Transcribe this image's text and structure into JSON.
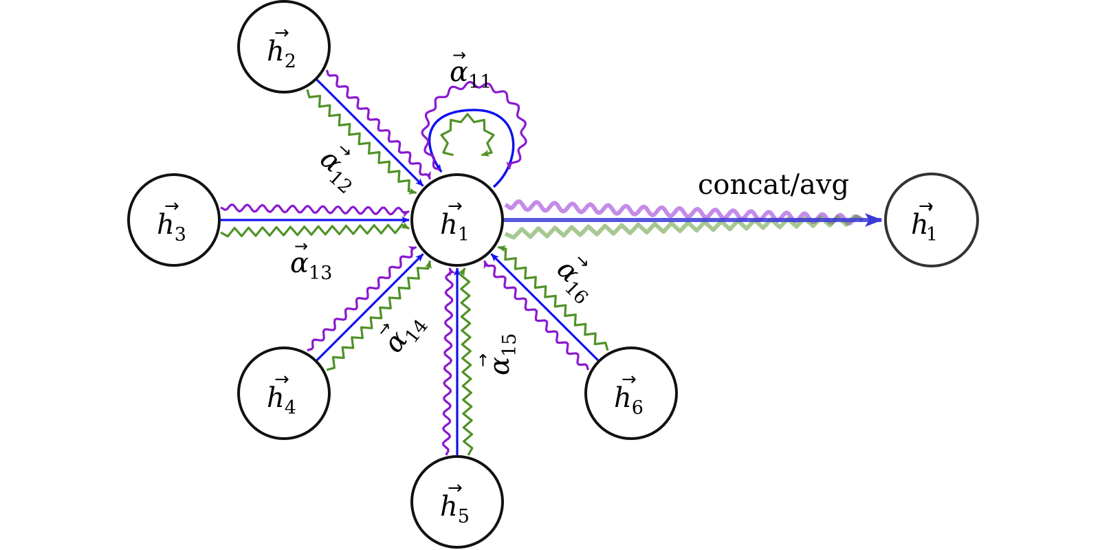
{
  "colors": {
    "blue": "#1010ee",
    "green": "#4f9226",
    "purple": "#8a18d0",
    "node_stroke": "#111111"
  },
  "nodes": {
    "h1": {
      "base": "h",
      "sub": "1",
      "prime": ""
    },
    "h2": {
      "base": "h",
      "sub": "2",
      "prime": ""
    },
    "h3": {
      "base": "h",
      "sub": "3",
      "prime": ""
    },
    "h4": {
      "base": "h",
      "sub": "4",
      "prime": ""
    },
    "h5": {
      "base": "h",
      "sub": "5",
      "prime": ""
    },
    "h6": {
      "base": "h",
      "sub": "6",
      "prime": ""
    },
    "h1p": {
      "base": "h",
      "sub": "1",
      "prime": "′"
    }
  },
  "attention": {
    "a11": {
      "base": "α",
      "sub": "11"
    },
    "a12": {
      "base": "α",
      "sub": "12"
    },
    "a13": {
      "base": "α",
      "sub": "13"
    },
    "a14": {
      "base": "α",
      "sub": "14"
    },
    "a15": {
      "base": "α",
      "sub": "15"
    },
    "a16": {
      "base": "α",
      "sub": "16"
    }
  },
  "output": {
    "label": "concat/avg"
  }
}
